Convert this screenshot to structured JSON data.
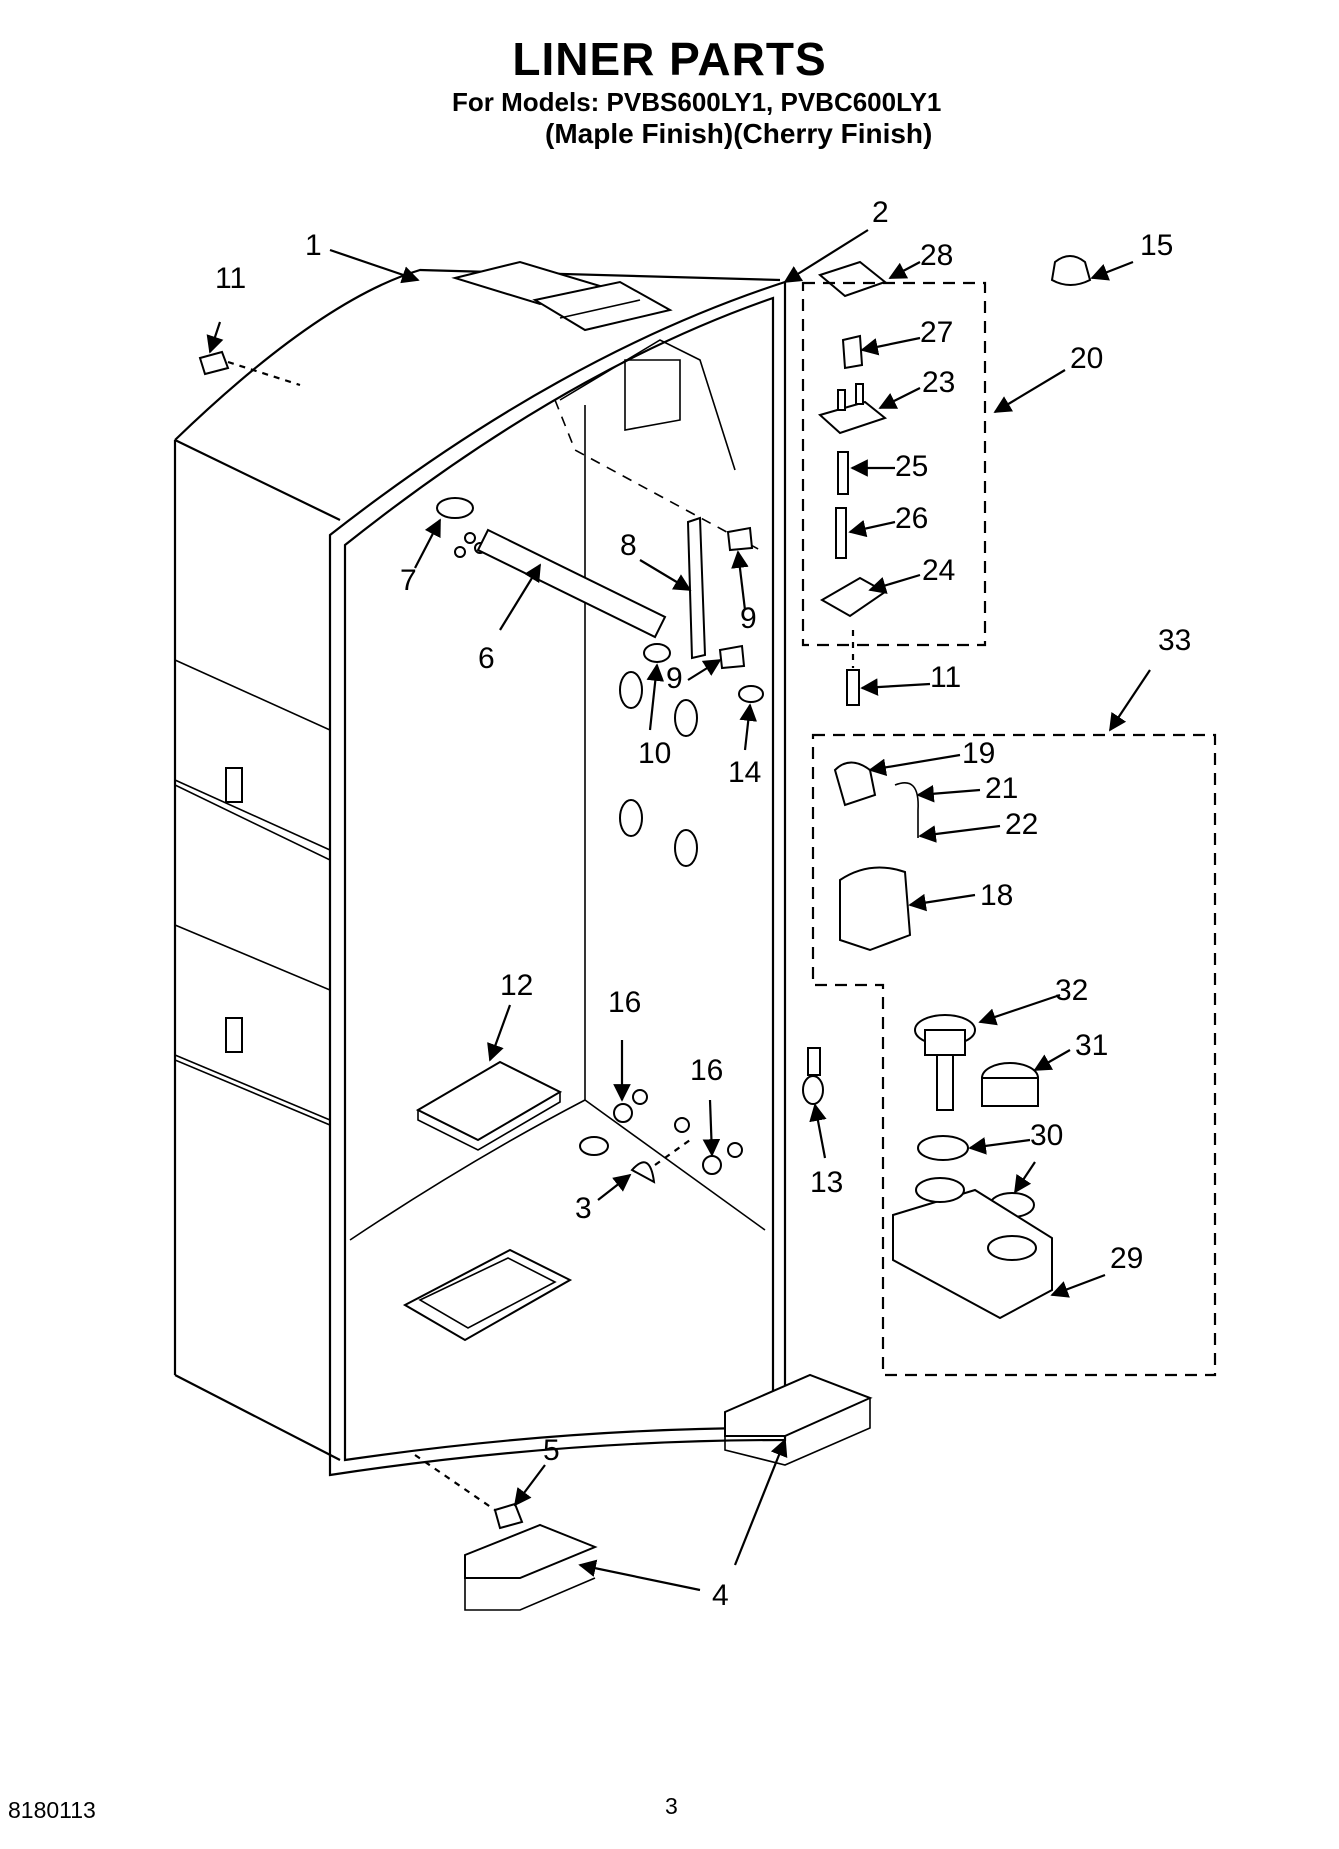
{
  "header": {
    "title": "LINER PARTS",
    "models": "For Models: PVBS600LY1, PVBC600LY1",
    "finish": "(Maple Finish)(Cherry Finish)"
  },
  "footer": {
    "doc_number": "8180113",
    "page_number": "3"
  },
  "callouts": {
    "c1": "1",
    "c2": "2",
    "c3": "3",
    "c4": "4",
    "c5": "5",
    "c6": "6",
    "c7": "7",
    "c8": "8",
    "c9a": "9",
    "c9b": "9",
    "c10": "10",
    "c11a": "11",
    "c11b": "11",
    "c12": "12",
    "c13": "13",
    "c14": "14",
    "c15": "15",
    "c16a": "16",
    "c16b": "16",
    "c18": "18",
    "c19": "19",
    "c20": "20",
    "c21": "21",
    "c22": "22",
    "c23": "23",
    "c24": "24",
    "c25": "25",
    "c26": "26",
    "c27": "27",
    "c28": "28",
    "c29": "29",
    "c30": "30",
    "c31": "31",
    "c32": "32",
    "c33": "33"
  }
}
